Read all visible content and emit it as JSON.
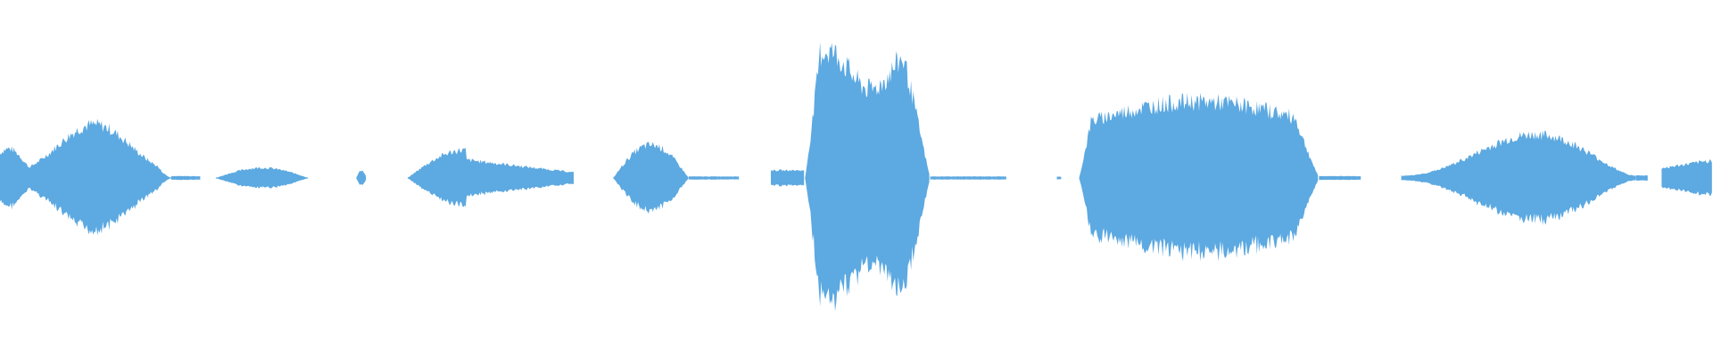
{
  "waveform": {
    "color": "#5DA9E1",
    "background": "#FFFFFF",
    "amplitude_scale": 1.0,
    "segments": [
      {
        "start": 0.0,
        "end": 0.1,
        "peak": 0.42,
        "shape": "double"
      },
      {
        "start": 0.1,
        "end": 0.117,
        "peak": 0.015,
        "shape": "flat"
      },
      {
        "start": 0.126,
        "end": 0.18,
        "peak": 0.08,
        "shape": "bump"
      },
      {
        "start": 0.208,
        "end": 0.214,
        "peak": 0.06,
        "shape": "blip"
      },
      {
        "start": 0.238,
        "end": 0.335,
        "peak": 0.22,
        "shape": "decay"
      },
      {
        "start": 0.358,
        "end": 0.402,
        "peak": 0.26,
        "shape": "bump"
      },
      {
        "start": 0.402,
        "end": 0.432,
        "peak": 0.012,
        "shape": "flat"
      },
      {
        "start": 0.45,
        "end": 0.47,
        "peak": 0.06,
        "shape": "flat"
      },
      {
        "start": 0.47,
        "end": 0.543,
        "peak": 1.0,
        "shape": "burst"
      },
      {
        "start": 0.543,
        "end": 0.588,
        "peak": 0.012,
        "shape": "flat"
      },
      {
        "start": 0.617,
        "end": 0.62,
        "peak": 0.01,
        "shape": "flat"
      },
      {
        "start": 0.63,
        "end": 0.77,
        "peak": 0.6,
        "shape": "plateau"
      },
      {
        "start": 0.77,
        "end": 0.795,
        "peak": 0.015,
        "shape": "flat"
      },
      {
        "start": 0.818,
        "end": 0.955,
        "peak": 0.34,
        "shape": "swell"
      },
      {
        "start": 0.955,
        "end": 0.962,
        "peak": 0.02,
        "shape": "flat"
      },
      {
        "start": 0.97,
        "end": 1.0,
        "peak": 0.14,
        "shape": "rise"
      }
    ]
  }
}
